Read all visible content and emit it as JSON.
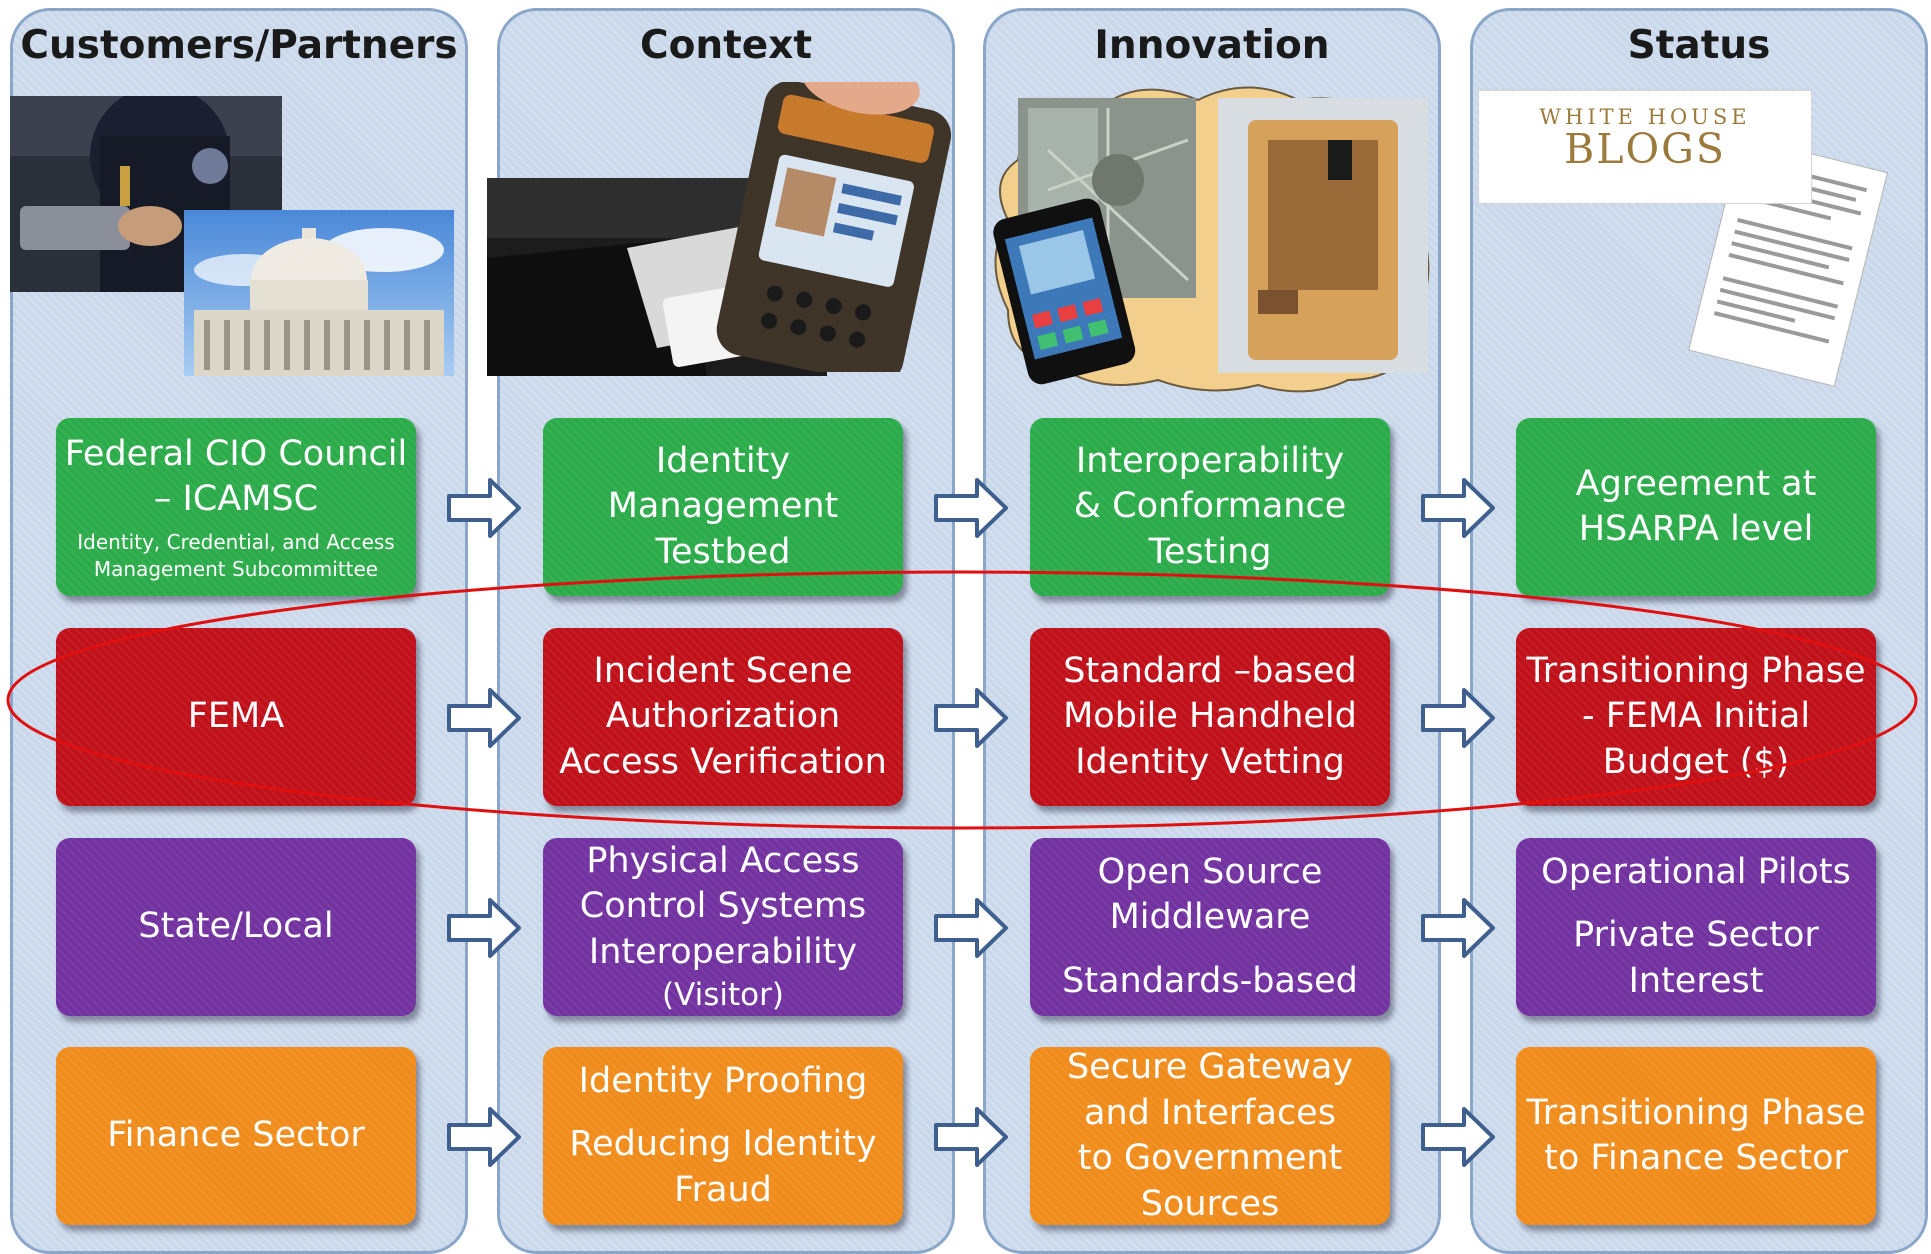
{
  "columns": [
    {
      "title": "Customers/Partners"
    },
    {
      "title": "Context"
    },
    {
      "title": "Innovation"
    },
    {
      "title": "Status"
    }
  ],
  "rows": [
    {
      "color": "#2cab4a",
      "cells": [
        {
          "lines": [
            "Federal CIO Council",
            "– ICAMSC"
          ],
          "sub": [
            "Identity, Credential, and Access",
            "Management Subcommittee"
          ]
        },
        {
          "lines": [
            "Identity",
            "Management",
            "Testbed"
          ]
        },
        {
          "lines": [
            "Interoperability",
            "& Conformance",
            "Testing"
          ]
        },
        {
          "lines": [
            "Agreement at",
            "HSARPA level"
          ]
        }
      ]
    },
    {
      "color": "#c0101a",
      "cells": [
        {
          "lines": [
            "FEMA"
          ]
        },
        {
          "lines": [
            "Incident Scene",
            "Authorization",
            "Access Verification"
          ]
        },
        {
          "lines": [
            "Standard –based",
            "Mobile Handheld",
            "Identity Vetting"
          ]
        },
        {
          "lines": [
            "Transitioning Phase",
            "- FEMA Initial",
            "Budget ($)"
          ]
        }
      ]
    },
    {
      "color": "#7232a0",
      "cells": [
        {
          "lines": [
            "State/Local"
          ]
        },
        {
          "lines": [
            "Physical Access",
            "Control Systems",
            "Interoperability"
          ],
          "small": "(Visitor)"
        },
        {
          "lines": [
            "Open Source",
            "Middleware"
          ],
          "lines2": [
            "Standards-based"
          ]
        },
        {
          "lines": [
            "Operational Pilots"
          ],
          "lines2": [
            "Private Sector",
            "Interest"
          ]
        }
      ]
    },
    {
      "color": "#f08c1c",
      "cells": [
        {
          "lines": [
            "Finance Sector"
          ]
        },
        {
          "lines": [
            "Identity Proofing"
          ],
          "lines2": [
            "Reducing Identity",
            "Fraud"
          ]
        },
        {
          "lines": [
            "Secure Gateway",
            "and Interfaces",
            "to Government",
            "Sources"
          ]
        },
        {
          "lines": [
            "Transitioning Phase",
            "to Finance Sector"
          ]
        }
      ]
    }
  ],
  "images": {
    "whitehouse_top": "WHITE HOUSE",
    "whitehouse_bottom": "BLOGS"
  },
  "highlight_color": "#e01010"
}
